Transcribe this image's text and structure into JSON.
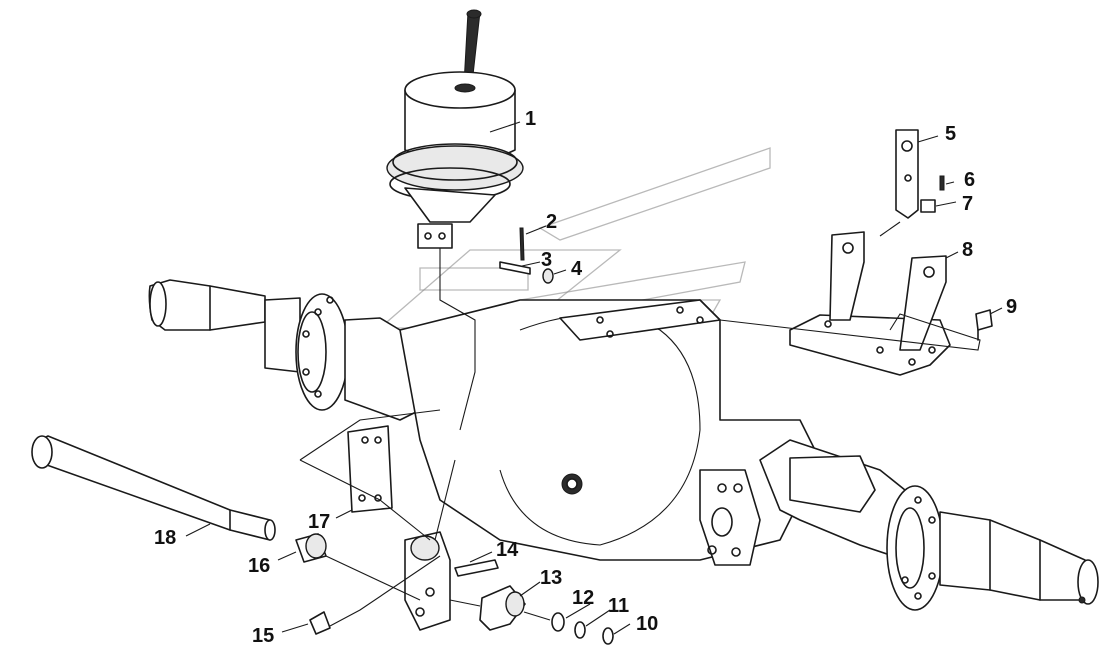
{
  "diagram": {
    "type": "exploded-parts-view",
    "subject": "drive axle with brake chamber assembly",
    "callouts": [
      "1",
      "2",
      "3",
      "4",
      "5",
      "6",
      "7",
      "8",
      "9",
      "10",
      "11",
      "12",
      "13",
      "14",
      "15",
      "16",
      "17",
      "18"
    ]
  },
  "icons": {
    "watermark": "vehicle-logo-watermark"
  },
  "colors": {
    "line": "#1a1a1a",
    "background": "#ffffff",
    "watermark": "#8a8a8a"
  }
}
